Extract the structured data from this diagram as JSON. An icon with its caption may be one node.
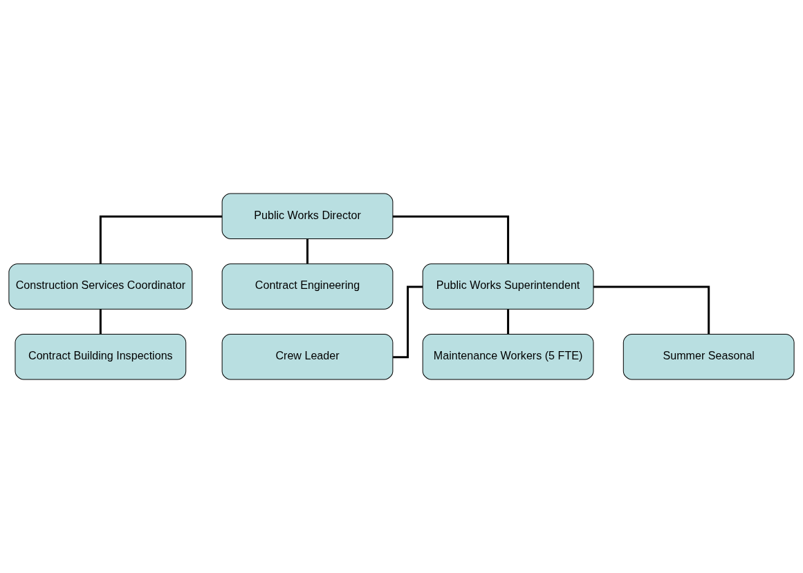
{
  "diagram": {
    "nodes": [
      {
        "text": [
          "Public Works Director"
        ]
      },
      {
        "text": [
          "Construction Services Coordinator"
        ]
      },
      {
        "text": [
          "Contract Engineering"
        ]
      },
      {
        "text": [
          "Contract Building Inspections"
        ]
      },
      {
        "text": [
          "Public Works Superintendent"
        ]
      },
      {
        "text": [
          "Crew Leader"
        ]
      },
      {
        "text": [
          "Maintenance Workers (5 FTE)"
        ]
      },
      {
        "text": [
          "Summer Seasonal"
        ]
      }
    ],
    "edges": [
      {
        "from": 0,
        "to": 1,
        "arrow": "none"
      },
      {
        "from": 0,
        "to": 2,
        "arrow": "none"
      },
      {
        "from": 1,
        "to": 3,
        "arrow": "none"
      },
      {
        "from": 0,
        "to": 4,
        "arrow": "none"
      },
      {
        "from": 4,
        "to": 5,
        "arrow": "none"
      },
      {
        "from": 4,
        "to": 6,
        "arrow": "none"
      },
      {
        "from": 4,
        "to": 7,
        "arrow": "none"
      }
    ]
  }
}
